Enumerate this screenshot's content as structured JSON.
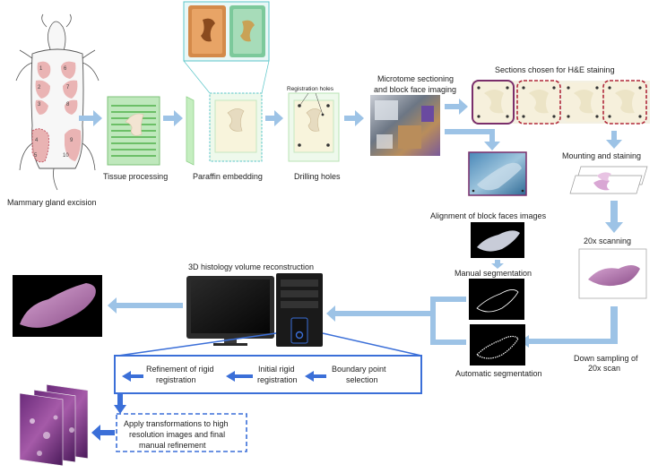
{
  "labels": {
    "mammary": "Mammary gland excision",
    "tissue": "Tissue processing",
    "paraffin": "Paraffin embedding",
    "drilling": "Drilling holes",
    "registration_holes": "Registration holes",
    "microtome_1": "Microtome sectioning",
    "microtome_2": "and block face imaging",
    "sections_chosen": "Sections chosen for H&E staining",
    "mounting": "Mounting and staining",
    "alignment": "Alignment of block faces images",
    "manual_seg": "Manual segmentation",
    "scanning": "20x scanning",
    "auto_seg": "Automatic segmentation",
    "down_1": "Down sampling of",
    "down_2": "20x scan",
    "volume": "3D histology volume reconstruction",
    "refine_1": "Refinement of rigid",
    "refine_2": "registration",
    "initial_1": "Initial rigid",
    "initial_2": "registration",
    "boundary_1": "Boundary point",
    "boundary_2": "selection",
    "apply_1": "Apply transformations to high",
    "apply_2": "resolution images and final",
    "apply_3": "manual refinement"
  },
  "gland_numbers": [
    "1",
    "2",
    "3",
    "4",
    "5",
    "6",
    "7",
    "8",
    "9",
    "10"
  ],
  "colors": {
    "arrow_light": "#9dc3e6",
    "arrow_dark": "#3b6fd8",
    "purple_frame": "#7a2e6b",
    "red_dash": "#b0283a",
    "teal_frame": "#5bc6c9",
    "box_blue": "#3b6fd8",
    "green_cassette": "#8fd18a"
  }
}
